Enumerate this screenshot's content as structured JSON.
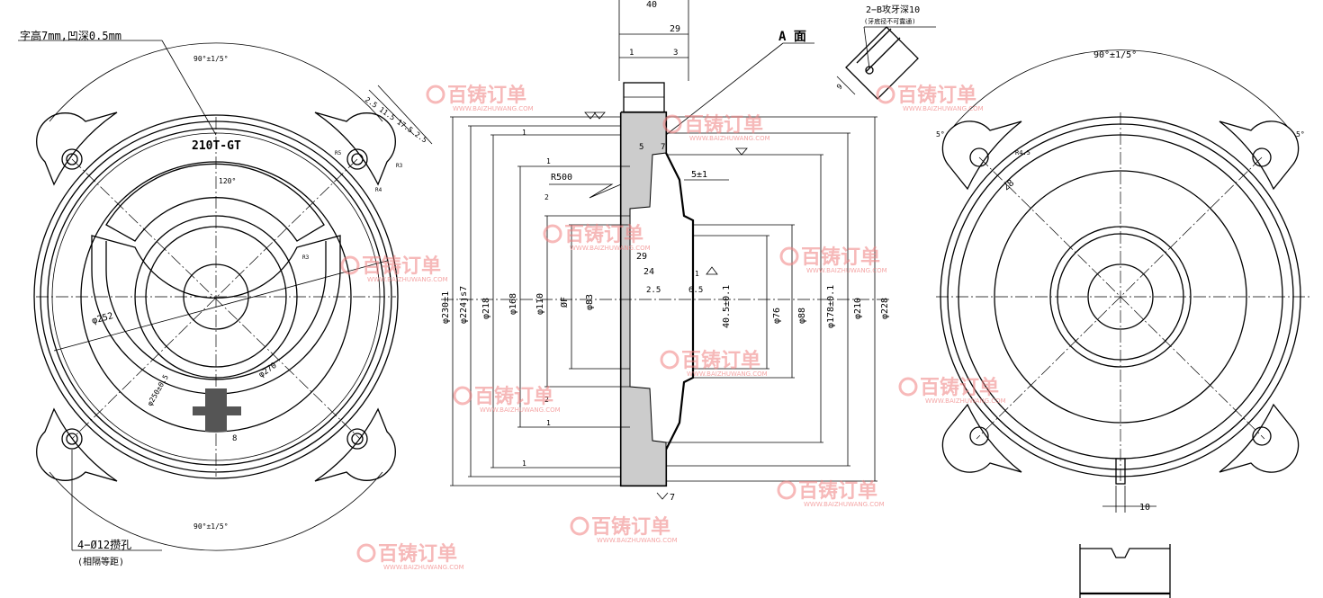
{
  "left_view": {
    "note_char_height": "字高7mm,凹深0.5mm",
    "angle_top": "90°±1/5°",
    "angle_bottom": "90°±1/5°",
    "angle_inner": "120°",
    "part_code": "210T-GT",
    "dims_radial": "2.5 11.5 17.5 2.5",
    "dia_252": "φ252",
    "dia_250": "φ250±0.5",
    "dia_270": "φ270",
    "slot_width": "8",
    "hole_note": "4−Ø12攒孔",
    "hole_note_sub": "(相隔等距)",
    "r_labels": [
      "R5",
      "R3",
      "R4",
      "R3"
    ]
  },
  "section_view": {
    "top_dims": [
      "29",
      "1",
      "3"
    ],
    "top_header": "40",
    "surface_label": "A 面",
    "r500": "R500",
    "dim_5_1": "5±1",
    "dim_29": "29",
    "dim_24": "24",
    "dim_2_5": "2.5",
    "dim_6_5": "6.5",
    "dim_40_5": "40.5±0.1",
    "dim_7": "7",
    "small_nums": [
      "1",
      "1",
      "2",
      "2",
      "1",
      "1",
      "5",
      "7",
      "1"
    ],
    "left_dias": [
      "φ230±1",
      "φ224js7",
      "φ218",
      "φ168",
      "φ110",
      "φ83",
      "ØF"
    ],
    "right_dias": [
      "φ76",
      "φ88",
      "φ178±0.1",
      "φ210",
      "φ228"
    ]
  },
  "detail": {
    "title": "2−B攻牙深10",
    "subtitle": "(牙底径不可露通)",
    "dim": "9"
  },
  "right_view": {
    "angle_top": "90°±1/5°",
    "angle_left": "5°",
    "angle_right": "5°",
    "r_label": "R4.5",
    "dim_28": "28",
    "dim_10": "10"
  },
  "watermarks": [
    {
      "text": "百铸订单",
      "sub": "WWW.BAIZHUWANG.COM"
    }
  ]
}
